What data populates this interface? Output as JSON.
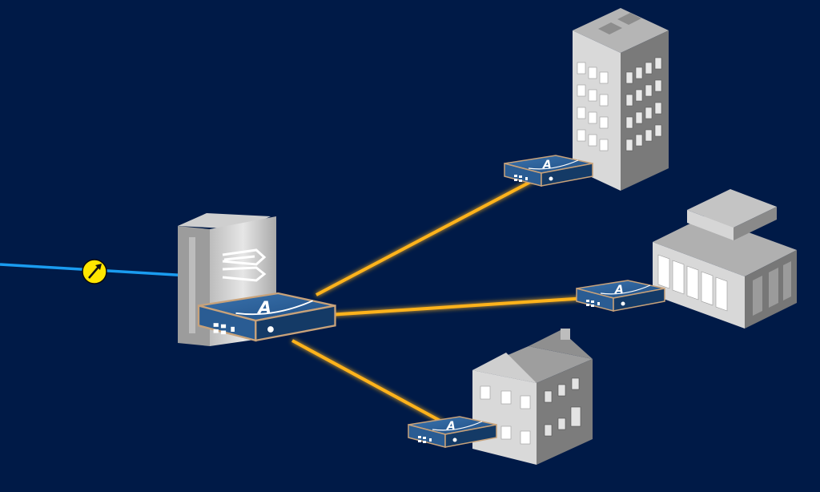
{
  "diagram": {
    "background": "#001a47",
    "uplink_color": "#1a9cf0",
    "link_color": "#ffb31a",
    "link_glow_color": "#ff8c00",
    "gauge_color": "#ffe600",
    "device_color": "#2a5c93",
    "device_dark": "#143a66",
    "device_trim": "#c8a27a",
    "logo_letter": "A",
    "nodes": [
      {
        "id": "hub-router",
        "role": "central appliance on rack server"
      },
      {
        "id": "office-tower-router",
        "role": "branch appliance at office tower"
      },
      {
        "id": "commercial-building-router",
        "role": "branch appliance at commercial building"
      },
      {
        "id": "house-router",
        "role": "branch appliance at house"
      }
    ],
    "links": [
      {
        "from": "hub-router",
        "to": "office-tower-router"
      },
      {
        "from": "hub-router",
        "to": "commercial-building-router"
      },
      {
        "from": "hub-router",
        "to": "house-router"
      }
    ]
  }
}
